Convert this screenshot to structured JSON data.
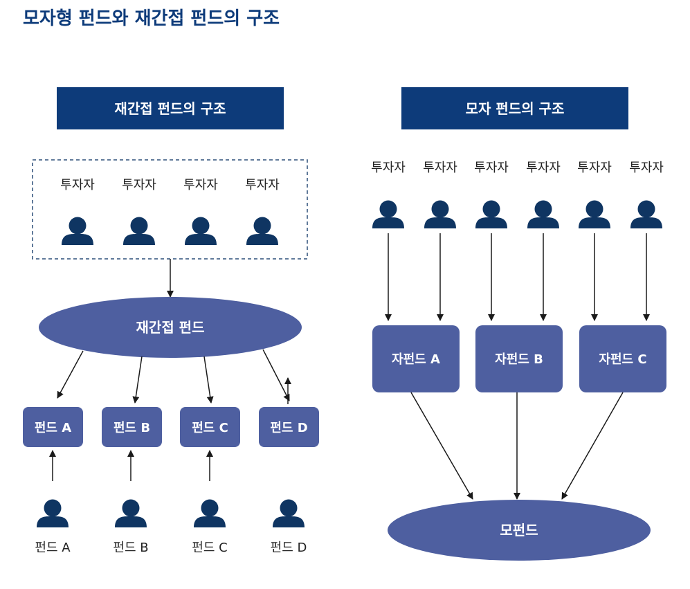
{
  "title": "모자형 펀드와 재간접 펀드의 구조",
  "colors": {
    "navy": "#0d3b7a",
    "box": "#4e5fa0",
    "person": "#0f3562",
    "arrow": "#1a1a1a",
    "dash": "#2c4f78"
  },
  "left": {
    "header": "재간접 펀드의 구조",
    "investors": [
      "투자자",
      "투자자",
      "투자자",
      "투자자"
    ],
    "center": "재간접 펀드",
    "funds": [
      "펀드 A",
      "펀드 B",
      "펀드 C",
      "펀드 D"
    ],
    "bottom_labels": [
      "펀드 A",
      "펀드 B",
      "펀드 C",
      "펀드 D"
    ]
  },
  "right": {
    "header": "모자 펀드의 구조",
    "investors": [
      "투자자",
      "투자자",
      "투자자",
      "투자자",
      "투자자",
      "투자자"
    ],
    "child_funds": [
      "자펀드 A",
      "자펀드 B",
      "자펀드 C"
    ],
    "mother": "모펀드"
  }
}
